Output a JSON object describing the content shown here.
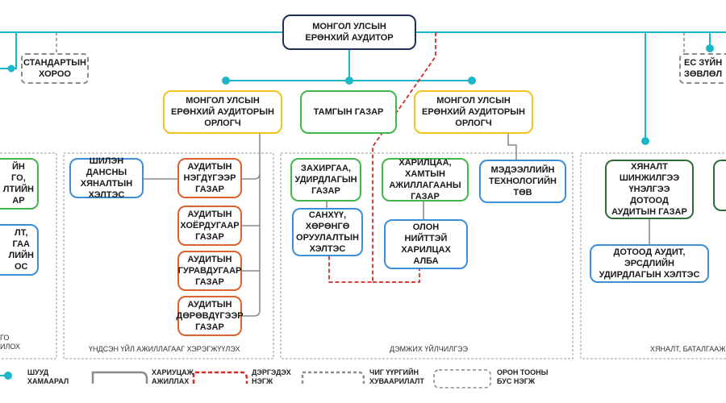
{
  "top": {
    "auditor_general": "МОНГОЛ УЛСЫН\nЕРӨНХИЙ АУДИТОР"
  },
  "side": {
    "standards_committee": "СТАНДАРТЫН\nХОРОО",
    "expert_council": "ЕС ЗҮЙН\nЗӨВЛӨЛ"
  },
  "level2": {
    "deputy_left": "МОНГОЛ УЛСЫН\nЕРӨНХИЙ АУДИТОРЫН\nОРЛОГЧ",
    "secretariat": "ТАМГЫН ГАЗАР",
    "deputy_right": "МОНГОЛ УЛСЫН\nЕРӨНХИЙ АУДИТОРЫН\nОРЛОГЧ"
  },
  "left_partial": {
    "box1": "ЙН\nГО,\nЛТИЙН\nАР",
    "box2": "ЛТ,\nГАА\nЛИЙН\nОС",
    "caption": "ГО\nИЛОХ"
  },
  "core": {
    "select_accounts": "ШИЛЭН\nДАНСНЫ ХЯНАЛТЫН\nХЭЛТЭС",
    "audit1": "АУДИТЫН\nНЭГДҮГЭЭР\nГАЗАР",
    "audit2": "АУДИТЫН\nХОЁРДУГААР\nГАЗАР",
    "audit3": "АУДИТЫН\nГУРАВДУГААР\nГАЗАР",
    "audit4": "АУДИТЫН\nДӨРӨВДҮГЭЭР\nГАЗАР",
    "caption": "ҮНДСЭН ҮЙЛ АЖИЛЛАГААГ ХЭРЭГЖҮҮЛЭХ"
  },
  "support": {
    "admin": "ЗАХИРГАА,\nУДИРДЛАГЫН\nГАЗАР",
    "finance": "САНХҮҮ,\nХӨРӨНГӨ\nОРУУЛАЛТЫН\nХЭЛТЭС",
    "cooperation": "ХАРИЛЦАА,\nХАМТЫН\nАЖИЛЛАГААНЫ\nГАЗАР",
    "public_relations": "ОЛОН\nНИЙТТЭЙ\nХАРИЛЦАХ\nАЛБА",
    "it_center": "МЭДЭЭЛЛИЙН\nТЕХНОЛОГИЙН\nТӨВ",
    "caption": "ДЭМЖИХ ҮЙЛЧИЛГЭЭ"
  },
  "control": {
    "monitoring": "ХЯНАЛТ\nШИНЖИЛГЭЭ\nҮНЭЛГЭЭ\nДОТООД\nАУДИТЫН ГАЗАР",
    "internal_audit": "ДОТООД АУДИТ,\nЭРСДЛИЙН\nУДИРДЛАГЫН ХЭЛТЭС",
    "caption": "ХЯНАЛТ, БАТАЛГААЖ"
  },
  "legend": {
    "direct": "ШУУД\nХАМААРАЛ",
    "reporting": "ХАРИУЦАЖ\nАЖИЛЛАХ",
    "subordinate": "ДЭРГЭДЭХ\nНЭГЖ",
    "functional": "ЧИГ ҮҮРГИЙН\nХУВААРИЛАЛТ",
    "nonstaff": "ОРОН ТООНЫ\nБУС НЭГЖ"
  },
  "colors": {
    "direct_line": "#1bb6c9",
    "report_line": "#8c8c8c",
    "subordinate_line": "#d62828",
    "navy": "#1f2f55",
    "yellow": "#f2c318",
    "green": "#41b649",
    "blue": "#3a8fd8",
    "orange": "#e0602f",
    "dark_green": "#2f6b3a"
  }
}
